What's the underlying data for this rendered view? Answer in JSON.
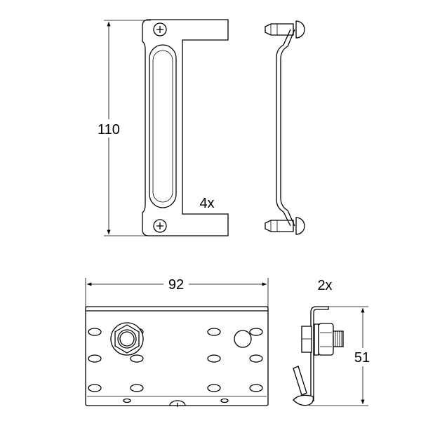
{
  "dimensions": {
    "height_top": "110",
    "width_bottom": "92",
    "height_bottom": "51"
  },
  "quantities": {
    "top_parts": "4x",
    "bottom_parts": "2x"
  },
  "colors": {
    "line": "#000000",
    "background": "#ffffff"
  }
}
